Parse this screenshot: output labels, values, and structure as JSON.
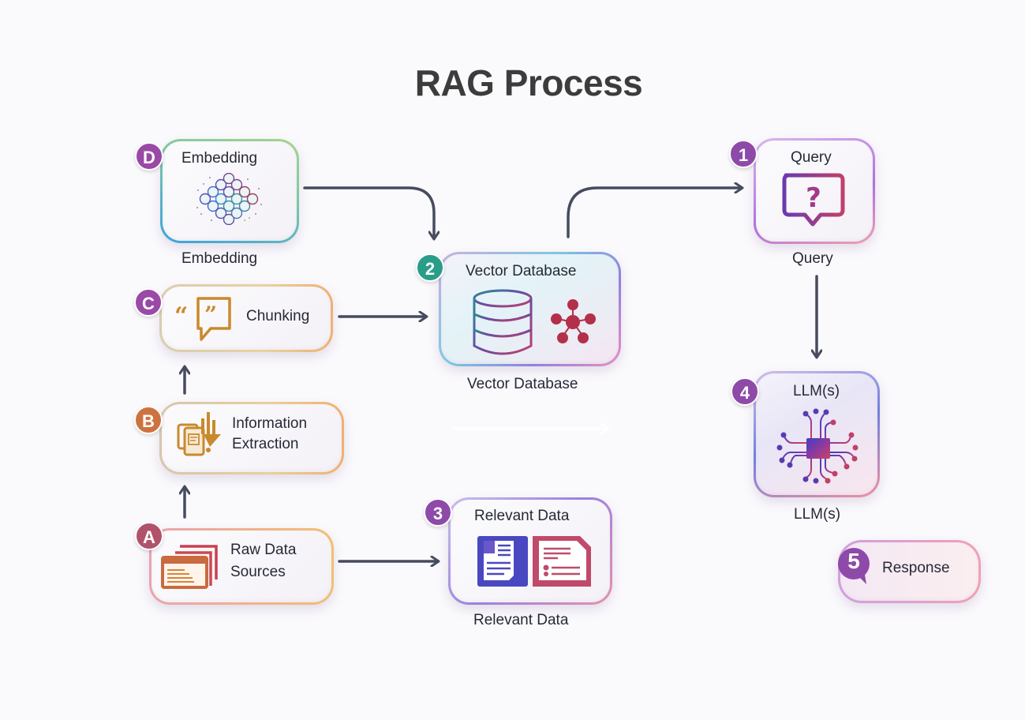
{
  "title": "RAG Process",
  "nodes": {
    "embedding": {
      "badge": "D",
      "label": "Embedding",
      "caption": "Embedding",
      "icon": "neural-network-icon"
    },
    "chunking": {
      "badge": "C",
      "label": "Chunking",
      "icon": "quote-bubble-icon"
    },
    "extraction": {
      "badge": "B",
      "label_line1": "Information",
      "label_line2": "Extraction",
      "icon": "document-extraction-icon"
    },
    "raw": {
      "badge": "A",
      "label_line1": "Raw Data",
      "label_line2": "Sources",
      "icon": "stacked-documents-icon"
    },
    "vector_db": {
      "badge": "2",
      "label": "Vector Database",
      "caption": "Vector Database",
      "icon": "database-icon"
    },
    "relevant": {
      "badge": "3",
      "label": "Relevant Data",
      "caption": "Relevant Data",
      "icon": "documents-icon"
    },
    "query": {
      "badge": "1",
      "label": "Query",
      "caption": "Query",
      "icon": "question-bubble-icon"
    },
    "llm": {
      "badge": "4",
      "label": "LLM(s)",
      "caption": "LLM(s)",
      "icon": "chip-icon"
    },
    "response": {
      "badge": "5",
      "label": "Response",
      "icon": "speech-bubble-icon"
    }
  },
  "colors": {
    "arrow": "#464b5e",
    "badge_purple": "#8e4aa8",
    "badge_teal": "#2a9d8a",
    "badge_orange": "#c9703e",
    "badge_rose": "#b0536a"
  }
}
